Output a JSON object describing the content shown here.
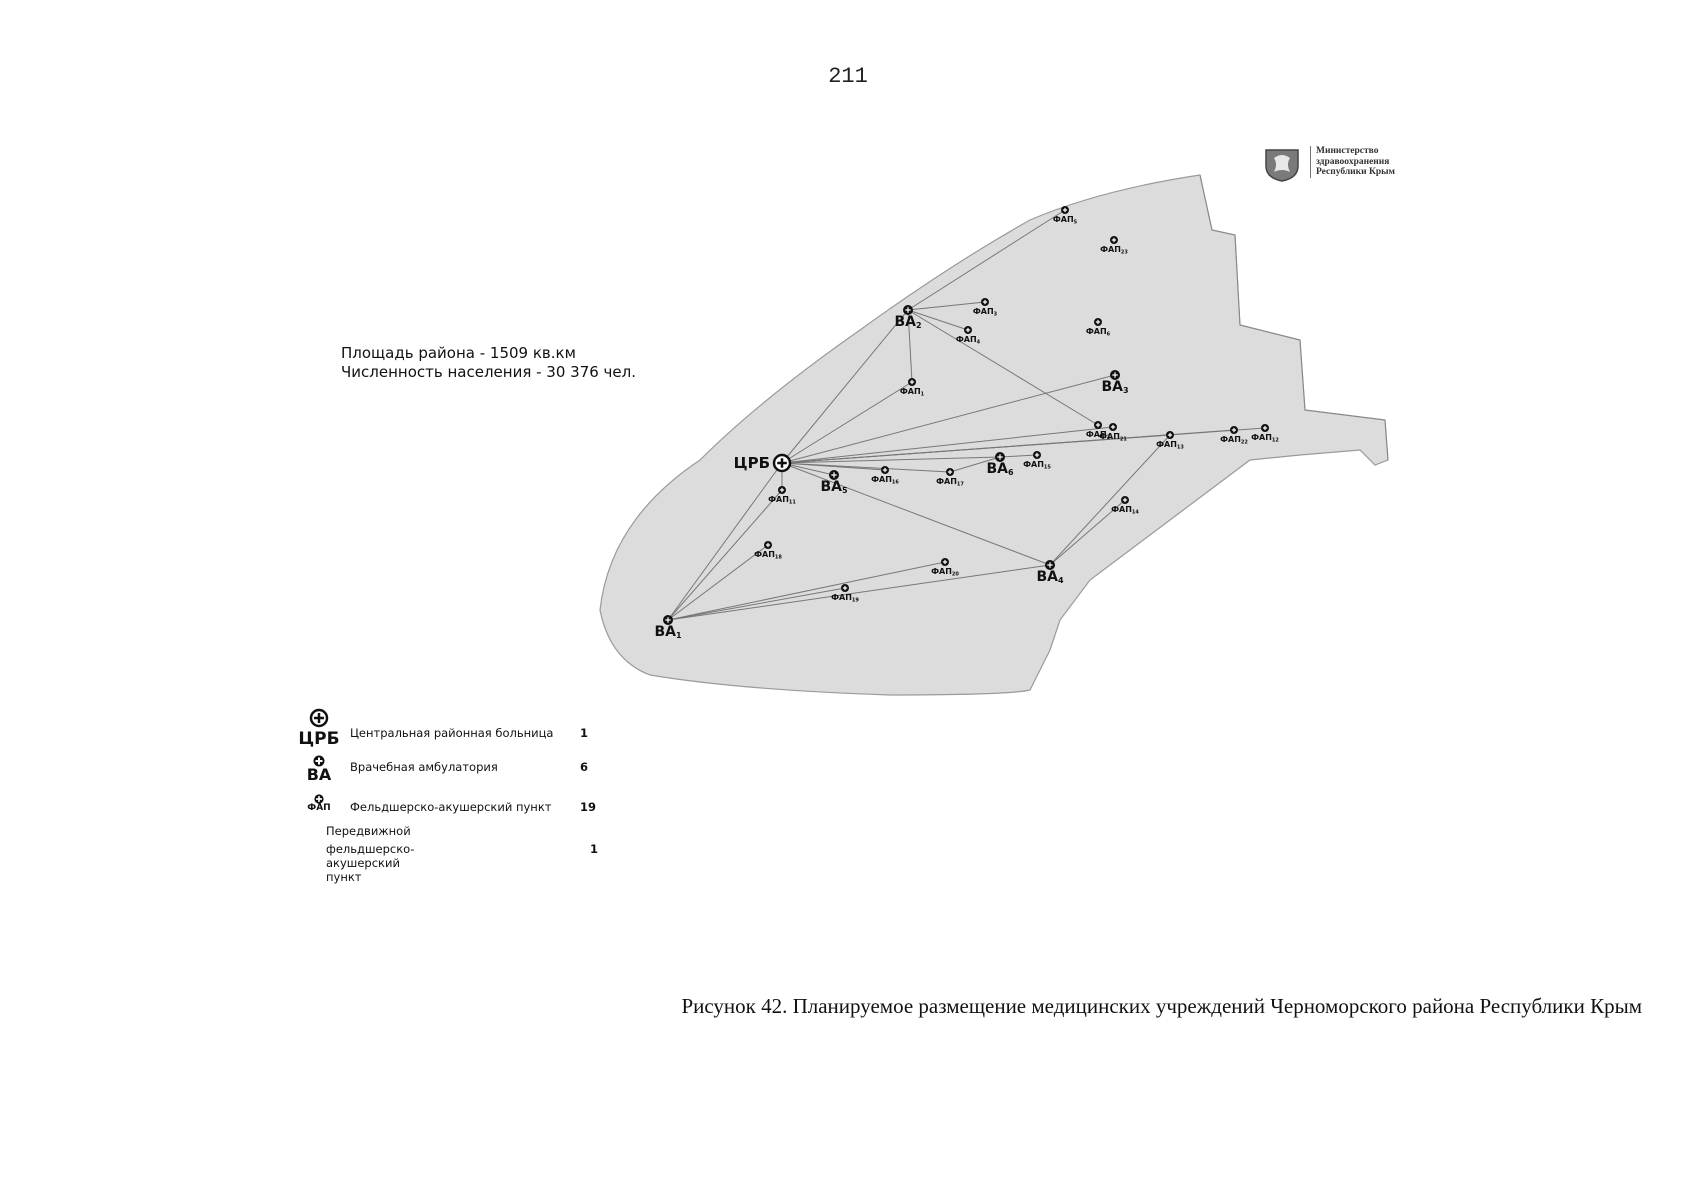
{
  "page_number": "211",
  "ministry": {
    "lines": [
      "Министерство",
      "здравоохранения",
      "Республики Крым"
    ],
    "emblem_icon": "crimea-emblem-icon"
  },
  "stats": {
    "area": "Площадь района - 1509 кв.км",
    "population": "Численность населения - 30 376   чел."
  },
  "map": {
    "land_color": "#d9d9d9",
    "line_color": "#777777",
    "facilities": [
      {
        "id": "crb",
        "label": "ЦРБ",
        "type": "ЦРБ"
      },
      {
        "id": "va1",
        "label": "ВА",
        "sub": "1",
        "type": "ВА"
      },
      {
        "id": "va2",
        "label": "ВА",
        "sub": "2",
        "type": "ВА"
      },
      {
        "id": "va3",
        "label": "ВА",
        "sub": "3",
        "type": "ВА"
      },
      {
        "id": "va4",
        "label": "ВА",
        "sub": "4",
        "type": "ВА"
      },
      {
        "id": "va5",
        "label": "ВА",
        "sub": "5",
        "type": "ВА"
      },
      {
        "id": "va6",
        "label": "ВА",
        "sub": "6",
        "type": "ВА"
      },
      {
        "id": "fap1",
        "label": "ФАП",
        "sub": "1",
        "type": "ФАП"
      },
      {
        "id": "fap2",
        "label": "ФАП",
        "sub": "2",
        "type": "ФАП"
      },
      {
        "id": "fap3",
        "label": "ФАП",
        "sub": "3",
        "type": "ФАП"
      },
      {
        "id": "fap4",
        "label": "ФАП",
        "sub": "4",
        "type": "ФАП"
      },
      {
        "id": "fap5",
        "label": "ФАП",
        "sub": "5",
        "type": "ФАП"
      },
      {
        "id": "fap6",
        "label": "ФАП",
        "sub": "6",
        "type": "ФАП"
      },
      {
        "id": "fap11",
        "label": "ФАП",
        "sub": "11",
        "type": "ФАП"
      },
      {
        "id": "fap12",
        "label": "ФАП",
        "sub": "12",
        "type": "ФАП"
      },
      {
        "id": "fap13",
        "label": "ФАП",
        "sub": "13",
        "type": "ФАП"
      },
      {
        "id": "fap14",
        "label": "ФАП",
        "sub": "14",
        "type": "ФАП"
      },
      {
        "id": "fap15",
        "label": "ФАП",
        "sub": "15",
        "type": "ФАП"
      },
      {
        "id": "fap16",
        "label": "ФАП",
        "sub": "16",
        "type": "ФАП"
      },
      {
        "id": "fap17",
        "label": "ФАП",
        "sub": "17",
        "type": "ФАП"
      },
      {
        "id": "fap18",
        "label": "ФАП",
        "sub": "18",
        "type": "ФАП"
      },
      {
        "id": "fap19",
        "label": "ФАП",
        "sub": "19",
        "type": "ФАП"
      },
      {
        "id": "fap20",
        "label": "ФАП",
        "sub": "20",
        "type": "ФАП"
      },
      {
        "id": "fap21",
        "label": "ФАП",
        "sub": "21",
        "type": "ФАП"
      },
      {
        "id": "fap22",
        "label": "ФАП",
        "sub": "22",
        "type": "ФАП"
      },
      {
        "id": "fap23",
        "label": "ФАП",
        "sub": "23",
        "type": "ФАП"
      }
    ],
    "links": [
      [
        "crb",
        "va1"
      ],
      [
        "crb",
        "va2"
      ],
      [
        "crb",
        "va3"
      ],
      [
        "crb",
        "va4"
      ],
      [
        "crb",
        "va5"
      ],
      [
        "crb",
        "va6"
      ],
      [
        "crb",
        "fap1"
      ],
      [
        "crb",
        "fap11"
      ],
      [
        "crb",
        "fap16"
      ],
      [
        "crb",
        "fap17"
      ],
      [
        "crb",
        "fap21"
      ],
      [
        "crb",
        "fap22"
      ],
      [
        "crb",
        "fap12"
      ],
      [
        "crb",
        "fap13"
      ],
      [
        "va2",
        "fap3"
      ],
      [
        "va2",
        "fap4"
      ],
      [
        "va2",
        "fap2"
      ],
      [
        "va2",
        "fap1"
      ],
      [
        "va2",
        "fap5"
      ],
      [
        "va1",
        "fap11"
      ],
      [
        "va1",
        "fap18"
      ],
      [
        "va1",
        "fap19"
      ],
      [
        "va1",
        "fap20"
      ],
      [
        "va1",
        "va4"
      ],
      [
        "va4",
        "fap14"
      ],
      [
        "va4",
        "fap13"
      ],
      [
        "va6",
        "fap15"
      ],
      [
        "va6",
        "fap17"
      ]
    ]
  },
  "legend": {
    "items": [
      {
        "symbol": "ЦРБ",
        "icon": "central-hospital-cross-icon",
        "label": "Центральная районная больница",
        "count": "1"
      },
      {
        "symbol": "ВА",
        "icon": "cross-icon",
        "label": "Врачебная амбулатория",
        "count": "6"
      },
      {
        "symbol": "ФАП",
        "icon": "cross-icon",
        "label": "Фельдшерско-акушерский пункт",
        "count": "19"
      }
    ],
    "mobile": {
      "line1": "Передвижной",
      "line2": "фельдшерско-акушерский пункт",
      "count": "1"
    }
  },
  "caption": "Рисунок 42. Планируемое размещение медицинских учреждений Черноморского района Республики Крым"
}
